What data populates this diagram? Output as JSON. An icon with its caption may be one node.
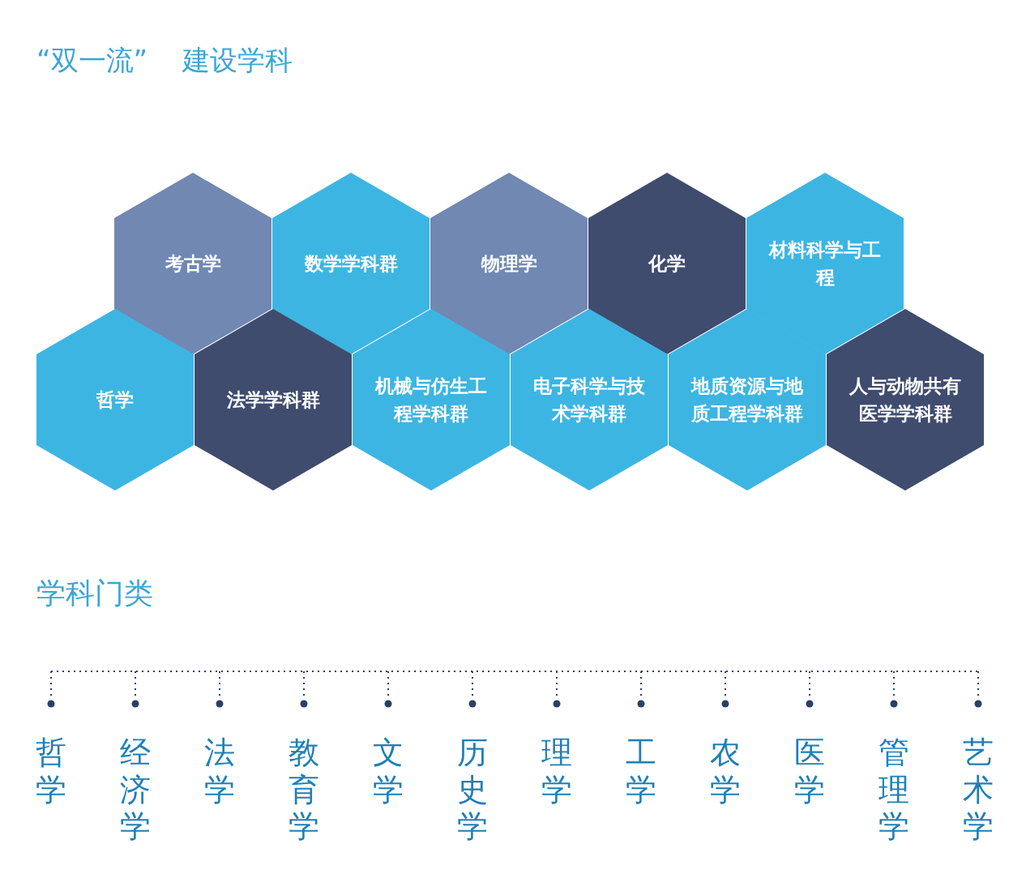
{
  "diagram": {
    "title": "“双一流” 建设学科",
    "nodes": [
      {
        "text": [
          "考古学"
        ]
      },
      {
        "text": [
          "数学学科群"
        ]
      },
      {
        "text": [
          "物理学"
        ]
      },
      {
        "text": [
          "化学"
        ]
      },
      {
        "text": [
          "材料科学与工程"
        ]
      },
      {
        "text": [
          "哲学"
        ]
      },
      {
        "text": [
          "法学学科群"
        ]
      },
      {
        "text": [
          "机械与仿生工程学科群"
        ]
      },
      {
        "text": [
          "电子科学与技术学科群"
        ]
      },
      {
        "text": [
          "地质资源与地质工程学科群"
        ]
      },
      {
        "text": [
          "人与动物共有医学学科群"
        ]
      }
    ],
    "edges": [],
    "labels": [
      "学科门类",
      "哲学",
      "经济学",
      "法学",
      "教育学",
      "文学",
      "历史学",
      "理学",
      "工学",
      "农学",
      "医学",
      "管理学",
      "艺术学"
    ]
  }
}
